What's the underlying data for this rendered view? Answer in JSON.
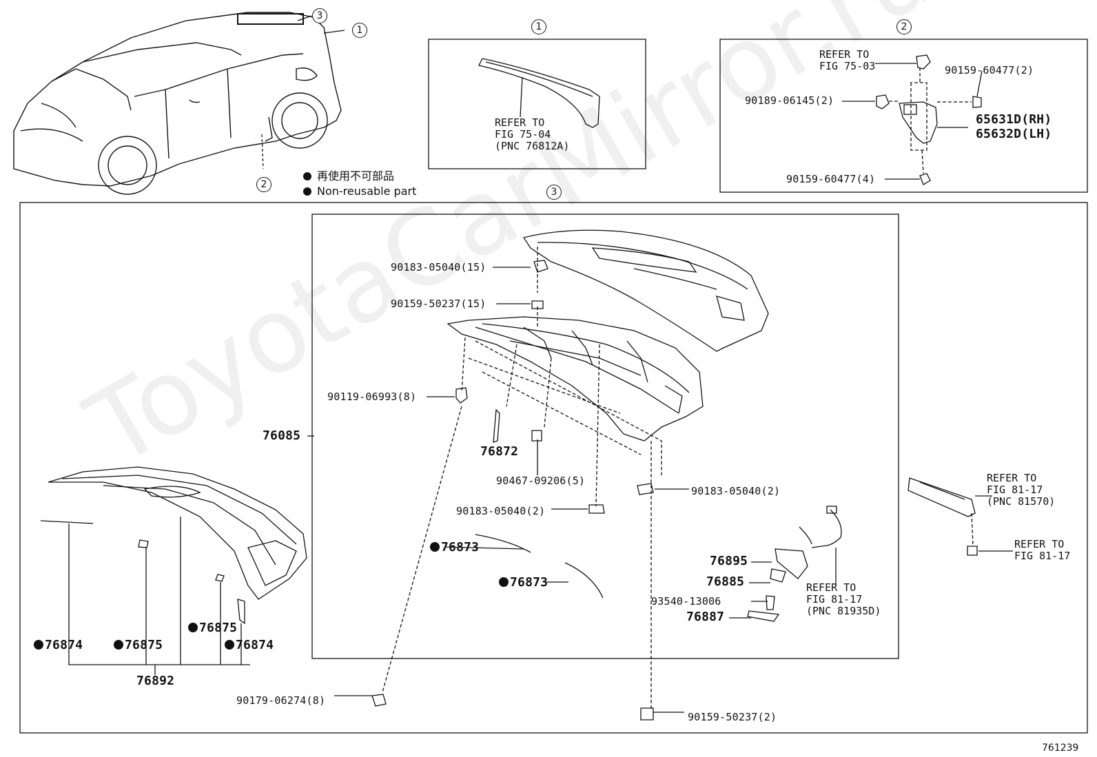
{
  "callouts": {
    "c1": "1",
    "c2": "2",
    "c3": "3"
  },
  "legend": {
    "jp": "再使用不可部品",
    "en": "Non-reusable part"
  },
  "panel1": {
    "ref": [
      "REFER TO",
      "FIG 75-04",
      "(PNC 76812A)"
    ]
  },
  "panel2": {
    "ref": [
      "REFER TO",
      "FIG 75-03"
    ],
    "p90159_top": "90159-60477(2)",
    "p90189": "90189-06145(2)",
    "p65631": "65631D(RH)",
    "p65632": "65632D(LH)",
    "p90159_bottom": "90159-60477(4)"
  },
  "main": {
    "p90183_top": "90183-05040(15)",
    "p90159_50237_15": "90159-50237(15)",
    "p90119": "90119-06993(8)",
    "p76085": "76085",
    "p76872": "76872",
    "p90467": "90467-09206(5)",
    "p90183_mid": "90183-05040(2)",
    "p90183_right": "90183-05040(2)",
    "p76873_a": "76873",
    "p76873_b": "76873",
    "p76895": "76895",
    "p76885": "76885",
    "p93540": "93540-13006",
    "p76887": "76887",
    "ref_81935": [
      "REFER TO",
      "FIG 81-17",
      "(PNC 81935D)"
    ],
    "ref_81570": [
      "REFER TO",
      "FIG 81-17",
      "(PNC 81570)"
    ],
    "ref_8117": [
      "REFER TO",
      "FIG 81-17"
    ],
    "p76874_l": "76874",
    "p76875_l": "76875",
    "p76875_r": "76875",
    "p76874_r": "76874",
    "p76892": "76892",
    "p90179": "90179-06274(8)",
    "p90159_bottom": "90159-50237(2)"
  },
  "watermark": "ToyotaCarMirror.ru",
  "figure_number": "761239"
}
